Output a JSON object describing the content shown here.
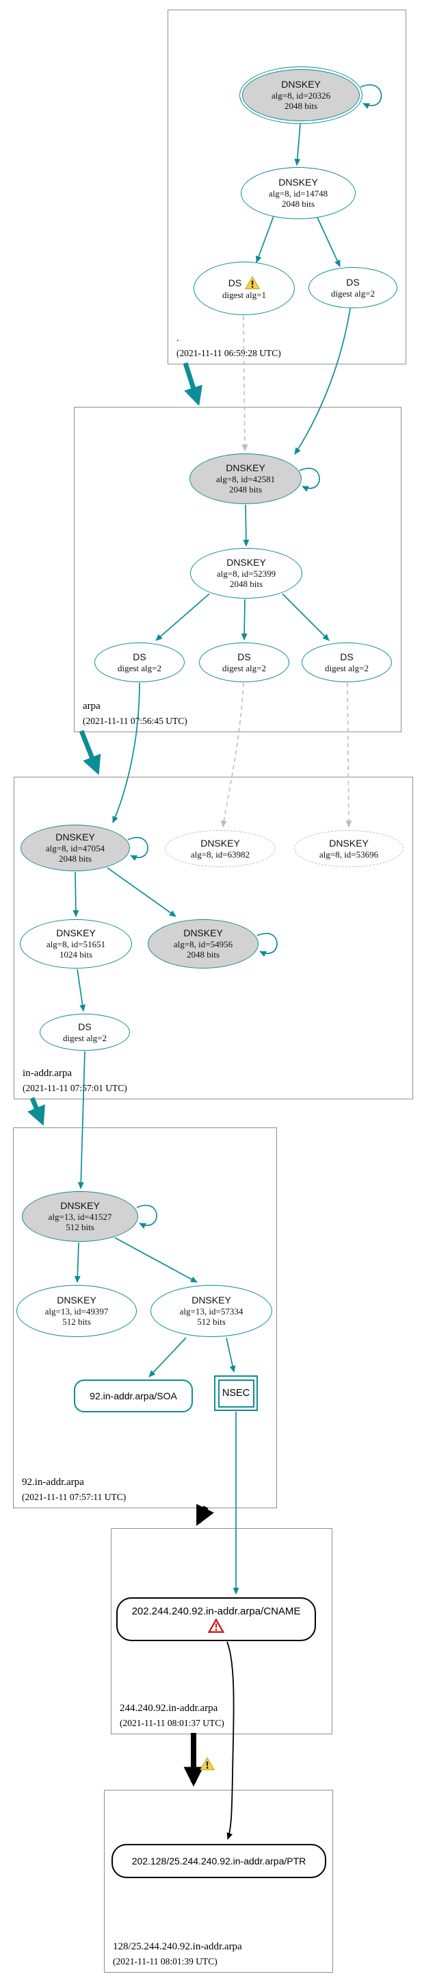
{
  "diagram_title": "DNSSEC authentication chain graph",
  "colors": {
    "secure": "#0d8d96",
    "insecure": "#000000",
    "unknown_dashed": "#bdbdbd",
    "ksk_fill": "#d2d2d2",
    "warning": "#f7d33e",
    "error": "#cc2222"
  },
  "icons": {
    "warning": "warning-triangle",
    "error": "error-triangle"
  },
  "zones": [
    {
      "name": ".",
      "timestamp": "(2021-11-11 06:59:28 UTC)"
    },
    {
      "name": "arpa",
      "timestamp": "(2021-11-11 07:56:45 UTC)"
    },
    {
      "name": "in-addr.arpa",
      "timestamp": "(2021-11-11 07:57:01 UTC)"
    },
    {
      "name": "92.in-addr.arpa",
      "timestamp": "(2021-11-11 07:57:11 UTC)"
    },
    {
      "name": "244.240.92.in-addr.arpa",
      "timestamp": "(2021-11-11 08:01:37 UTC)"
    },
    {
      "name": "128/25.244.240.92.in-addr.arpa",
      "timestamp": "(2021-11-11 08:01:39 UTC)"
    }
  ],
  "nodes": {
    "root_ksk": {
      "title": "DNSKEY",
      "detail": "alg=8, id=20326",
      "bits": "2048 bits"
    },
    "root_zsk": {
      "title": "DNSKEY",
      "detail": "alg=8, id=14748",
      "bits": "2048 bits"
    },
    "root_ds1": {
      "title": "DS",
      "detail": "digest alg=1"
    },
    "root_ds2": {
      "title": "DS",
      "detail": "digest alg=2"
    },
    "arpa_ksk": {
      "title": "DNSKEY",
      "detail": "alg=8, id=42581",
      "bits": "2048 bits"
    },
    "arpa_zsk": {
      "title": "DNSKEY",
      "detail": "alg=8, id=52399",
      "bits": "2048 bits"
    },
    "arpa_ds1": {
      "title": "DS",
      "detail": "digest alg=2"
    },
    "arpa_ds2": {
      "title": "DS",
      "detail": "digest alg=2"
    },
    "arpa_ds3": {
      "title": "DS",
      "detail": "digest alg=2"
    },
    "inaddr_ksk": {
      "title": "DNSKEY",
      "detail": "alg=8, id=47054",
      "bits": "2048 bits"
    },
    "inaddr_key1": {
      "title": "DNSKEY",
      "detail": "alg=8, id=63982"
    },
    "inaddr_key2": {
      "title": "DNSKEY",
      "detail": "alg=8, id=53696"
    },
    "inaddr_zsk": {
      "title": "DNSKEY",
      "detail": "alg=8, id=51651",
      "bits": "1024 bits"
    },
    "inaddr_ksk2": {
      "title": "DNSKEY",
      "detail": "alg=8, id=54956",
      "bits": "2048 bits"
    },
    "inaddr_ds": {
      "title": "DS",
      "detail": "digest alg=2"
    },
    "net92_ksk": {
      "title": "DNSKEY",
      "detail": "alg=13, id=41527",
      "bits": "512 bits"
    },
    "net92_zsk1": {
      "title": "DNSKEY",
      "detail": "alg=13, id=49397",
      "bits": "512 bits"
    },
    "net92_zsk2": {
      "title": "DNSKEY",
      "detail": "alg=13, id=57334",
      "bits": "512 bits"
    },
    "net92_soa": {
      "label": "92.in-addr.arpa/SOA"
    },
    "net92_nsec": {
      "label": "NSEC"
    },
    "cname_rrset": {
      "label": "202.244.240.92.in-addr.arpa/CNAME"
    },
    "ptr_rrset": {
      "label": "202.128/25.244.240.92.in-addr.arpa/PTR"
    }
  }
}
